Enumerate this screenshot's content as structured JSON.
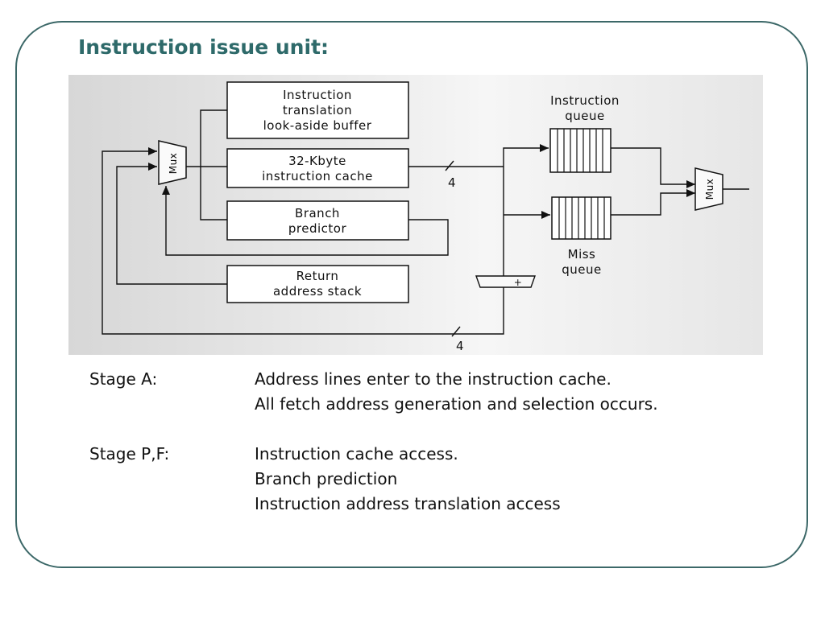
{
  "title": "Instruction issue unit:",
  "diagram": {
    "tlb_lines": [
      "Instruction",
      "translation",
      "look-aside buffer"
    ],
    "icache_lines": [
      "32-Kbyte",
      "instruction cache"
    ],
    "branch_lines": [
      "Branch",
      "predictor"
    ],
    "ras_lines": [
      "Return",
      "address stack"
    ],
    "iqueue_lines": [
      "Instruction",
      "queue"
    ],
    "missq_lines": [
      "Miss",
      "queue"
    ],
    "mux_label": "Mux",
    "adder_label": "+",
    "bus_width": "4"
  },
  "stages": [
    {
      "label": "Stage A:",
      "lines": [
        "Address lines enter to the instruction cache.",
        "All fetch address generation and selection occurs."
      ]
    },
    {
      "label": "Stage P,F:",
      "lines": [
        "Instruction cache access.",
        "Branch prediction",
        "Instruction address translation access"
      ]
    }
  ]
}
